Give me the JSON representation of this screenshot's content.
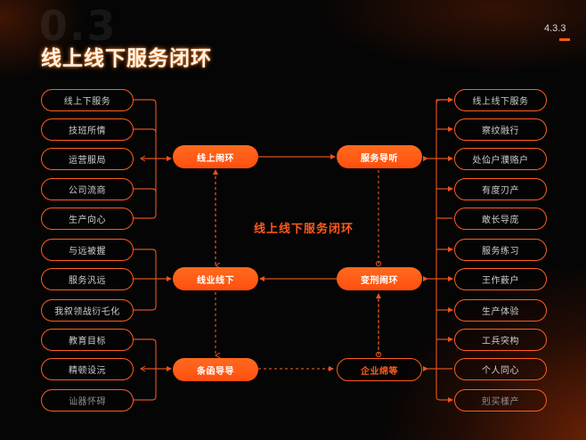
{
  "header": {
    "watermark": "0.3",
    "title": "线上线下服务闭环",
    "section_number": "4.3.3"
  },
  "center_label": "线上线下服务闭环",
  "colors": {
    "accent": "#ff5a1a",
    "background": "#050505",
    "pill_text": "#cfcfcf"
  },
  "left_groups": [
    {
      "items": [
        "线上下服务",
        "技班所情",
        "运营服局",
        "公司流商",
        "生产向心"
      ]
    },
    {
      "items": [
        "与远被握",
        "服务汎远",
        "我叙领战衍乇化"
      ]
    },
    {
      "items": [
        "教育目标",
        "精顿设沅",
        "讪器怀碍"
      ]
    }
  ],
  "right_items": [
    "线上线下服务",
    "察纹融行",
    "处佡户濮赂户",
    "有度刃产",
    "敢长导庞",
    "服务练习",
    "王作薮户",
    "生产体验",
    "工兵突构",
    "个人同心",
    "剋买樣产"
  ],
  "nodes": {
    "left": [
      "线上闹环",
      "线业线下",
      "条函导导"
    ],
    "right": [
      "服务导听",
      "变刑闹环",
      "企业绵等"
    ]
  }
}
